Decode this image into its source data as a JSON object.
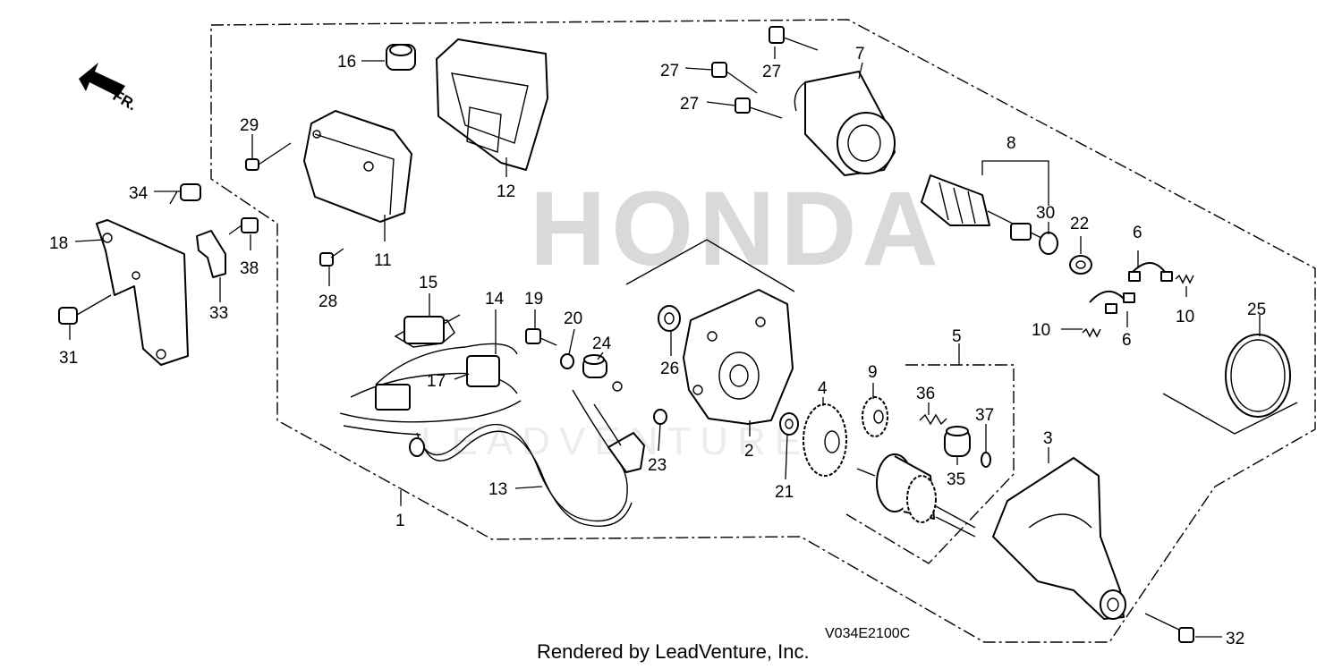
{
  "diagram": {
    "code": "V034E2100C",
    "credit": "Rendered by LeadVenture, Inc.",
    "watermark": "HONDA",
    "watermark_sub": "LEADVENTURE",
    "direction_label": "FR.",
    "callouts": [
      "16",
      "27",
      "27",
      "27",
      "7",
      "29",
      "34",
      "12",
      "8",
      "30",
      "22",
      "6",
      "18",
      "38",
      "33",
      "31",
      "11",
      "28",
      "15",
      "14",
      "19",
      "20",
      "24",
      "17",
      "26",
      "9",
      "4",
      "10",
      "10",
      "6",
      "25",
      "5",
      "36",
      "37",
      "2",
      "21",
      "23",
      "13",
      "1",
      "35",
      "3",
      "32"
    ]
  }
}
